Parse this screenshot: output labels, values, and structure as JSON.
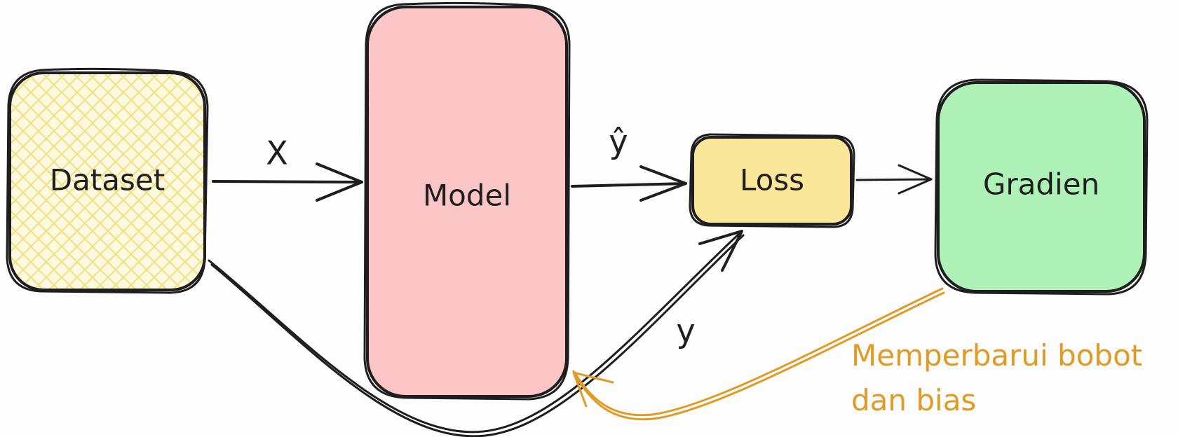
{
  "nodes": {
    "dataset": {
      "label": "Dataset",
      "fill": "#fbf0a8",
      "pattern": "cross-hatch"
    },
    "model": {
      "label": "Model",
      "fill": "#fcc6c6"
    },
    "loss": {
      "label": "Loss",
      "fill": "#fbe79a"
    },
    "gradien": {
      "label": "Gradien",
      "fill": "#aef2b8"
    }
  },
  "edges": {
    "dataset_to_model": {
      "label": "X"
    },
    "model_to_loss": {
      "label": "ŷ"
    },
    "dataset_to_loss": {
      "label": "y"
    },
    "loss_to_gradien": {
      "label": ""
    },
    "gradien_to_model": {
      "label_lines": [
        "Memperbarui bobot",
        "dan bias"
      ],
      "color": "#e09a26"
    }
  },
  "colors": {
    "stroke": "#1e1e1e",
    "background": "#fdfdfd",
    "annotation": "#e09a26"
  }
}
